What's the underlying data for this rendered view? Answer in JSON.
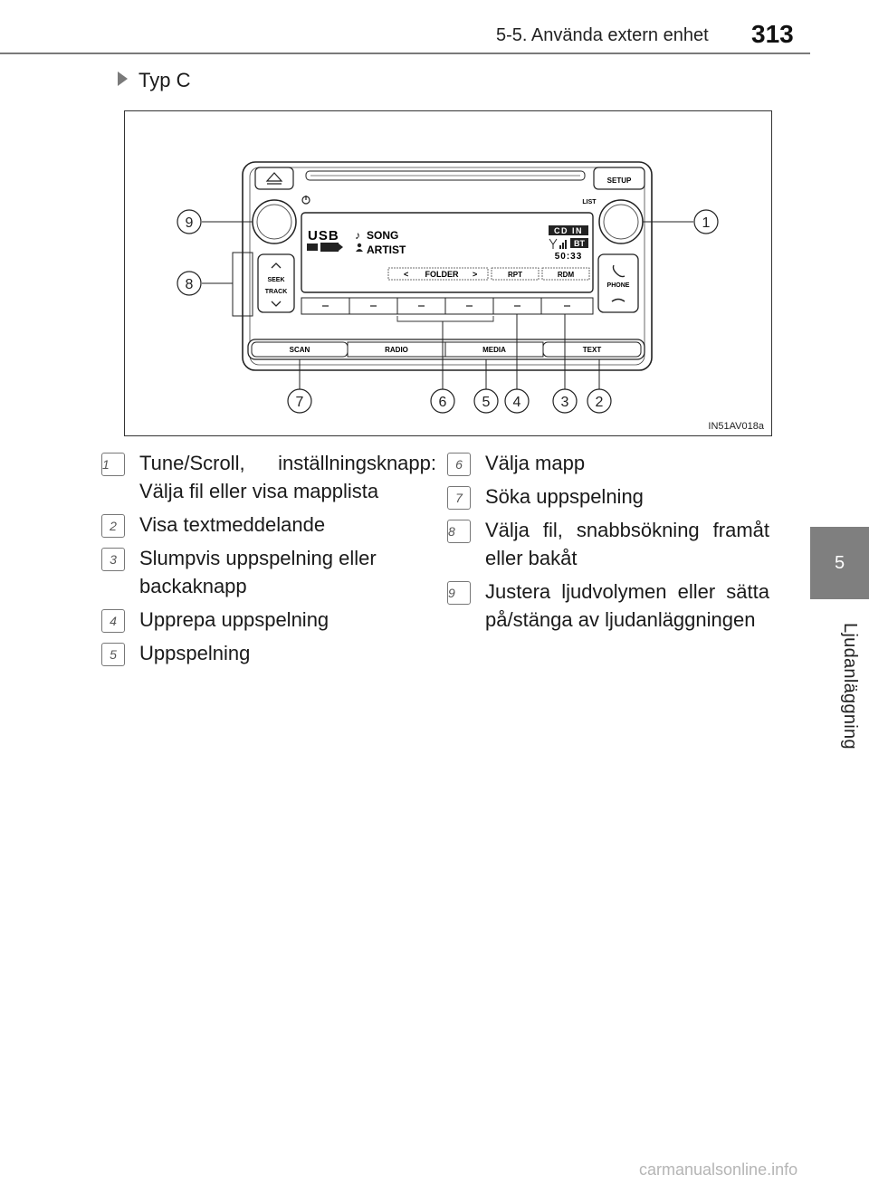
{
  "header": {
    "title": "5-5. Använda extern enhet",
    "page_number": "313"
  },
  "side_tab": {
    "chapter": "5",
    "label": "Ljudanläggning"
  },
  "section_heading": "Typ C",
  "figure": {
    "code": "IN51AV018a",
    "display": {
      "source": "USB",
      "song": "SONG",
      "artist": "ARTIST",
      "mode_badge": "CD IN",
      "bt_badge": "BT",
      "time": "50:33",
      "folder": "FOLDER",
      "rpt": "RPT",
      "rdm": "RDM"
    },
    "buttons": {
      "setup": "SETUP",
      "list": "LIST",
      "seek": "SEEK",
      "track": "TRACK",
      "phone": "PHONE",
      "scan": "SCAN",
      "radio": "RADIO",
      "media": "MEDIA",
      "text": "TEXT"
    },
    "callouts": [
      "1",
      "2",
      "3",
      "4",
      "5",
      "6",
      "7",
      "8",
      "9"
    ]
  },
  "legend": {
    "left": [
      {
        "num": "1",
        "text": "Tune/Scroll, inställningsknapp: Välja fil eller visa mapplista"
      },
      {
        "num": "2",
        "text": "Visa textmeddelande"
      },
      {
        "num": "3",
        "text": "Slumpvis uppspelning eller backaknapp"
      },
      {
        "num": "4",
        "text": "Upprepa uppspelning"
      },
      {
        "num": "5",
        "text": "Uppspelning"
      }
    ],
    "right": [
      {
        "num": "6",
        "text": "Välja mapp"
      },
      {
        "num": "7",
        "text": "Söka uppspelning"
      },
      {
        "num": "8",
        "text": "Välja fil, snabbsökning framåt eller bakåt"
      },
      {
        "num": "9",
        "text": "Justera ljudvolymen eller sätta på/stänga av ljudanläggningen"
      }
    ]
  },
  "watermark": "carmanualsonline.info"
}
